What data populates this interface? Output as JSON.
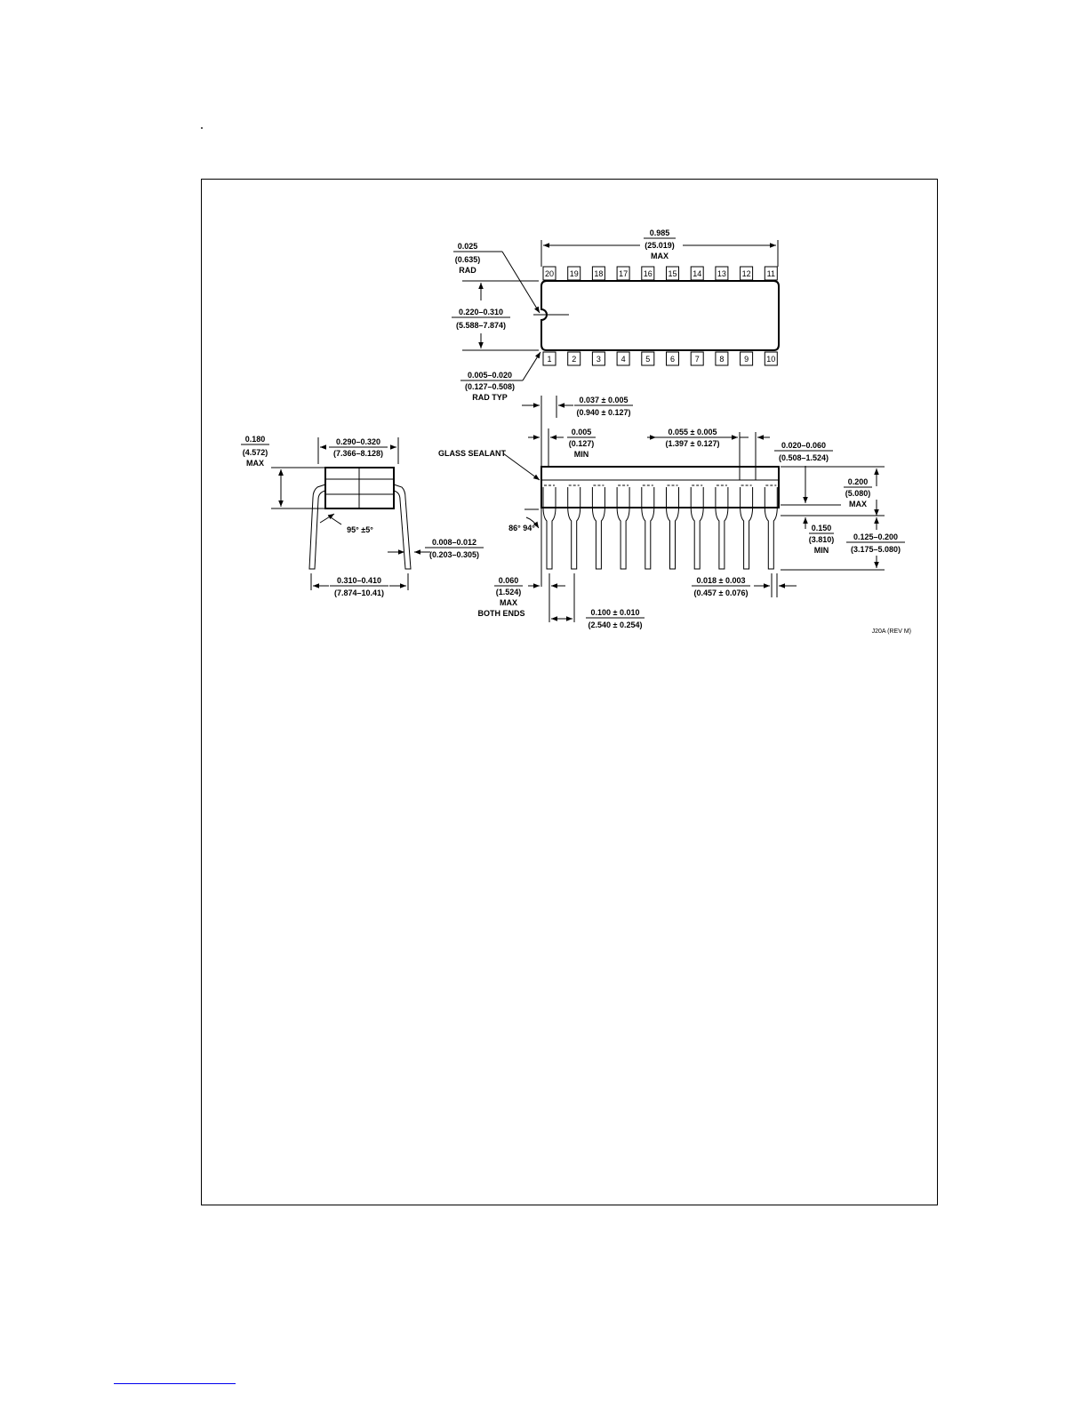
{
  "diagram": {
    "top_view": {
      "overall_length": [
        "0.985",
        "(25.019)",
        "MAX"
      ],
      "notch_radius": [
        "0.025",
        "(0.635)",
        "RAD"
      ],
      "body_width": [
        "0.220–0.310",
        "(5.588–7.874)"
      ],
      "corner_radius": [
        "0.005–0.020",
        "(0.127–0.508)",
        "RAD TYP"
      ],
      "pins_top": [
        "20",
        "19",
        "18",
        "17",
        "16",
        "15",
        "14",
        "13",
        "12",
        "11"
      ],
      "pins_bottom": [
        "1",
        "2",
        "3",
        "4",
        "5",
        "6",
        "7",
        "8",
        "9",
        "10"
      ]
    },
    "end_view": {
      "height": [
        "0.180",
        "(4.572)",
        "MAX"
      ],
      "body_width": [
        "0.290–0.320",
        "(7.366–8.128)"
      ],
      "lead_angle": "95° ±5°",
      "lead_thickness": [
        "0.008–0.012",
        "(0.203–0.305)"
      ],
      "lead_spread": [
        "0.310–0.410",
        "(7.874–10.41)"
      ]
    },
    "side_view": {
      "shoulder": [
        "0.037 ± 0.005",
        "(0.940 ± 0.127)"
      ],
      "offset_min": [
        "0.005",
        "(0.127)",
        "MIN"
      ],
      "glass_sealant": "GLASS SEALANT",
      "lead_width_upper": [
        "0.055 ± 0.005",
        "(1.397 ± 0.127)"
      ],
      "end_gap": [
        "0.020–0.060",
        "(0.508–1.524)"
      ],
      "body_height": [
        "0.200",
        "(5.080)",
        "MAX"
      ],
      "seating_min": [
        "0.150",
        "(3.810)",
        "MIN"
      ],
      "lead_length": [
        "0.125–0.200",
        "(3.175–5.080)"
      ],
      "angle": "86°  94°",
      "end_lead": [
        "0.060",
        "(1.524)",
        "MAX",
        "BOTH ENDS"
      ],
      "lead_width": [
        "0.018 ± 0.003",
        "(0.457 ± 0.076)"
      ],
      "pitch": [
        "0.100 ± 0.010",
        "(2.540 ± 0.254)"
      ]
    },
    "drawing_id": "J20A (REV M)"
  }
}
